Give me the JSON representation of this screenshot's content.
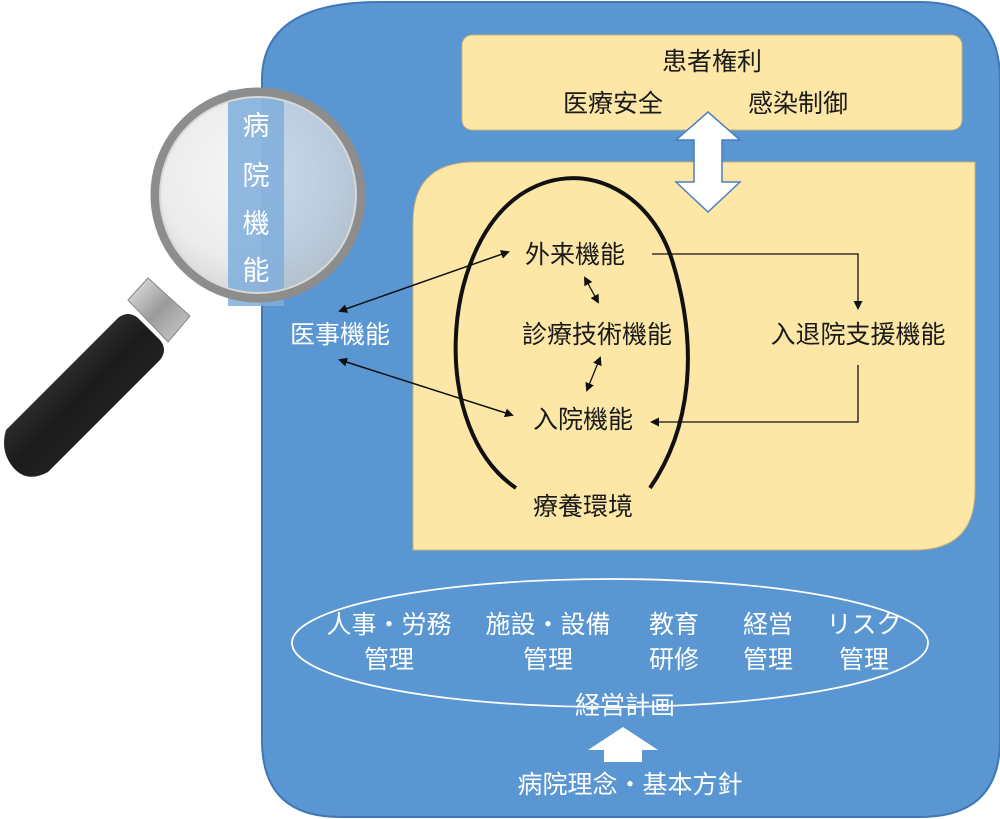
{
  "colors": {
    "outer_blue": "#5a96d2",
    "yellow_box": "#fde7a6",
    "black": "#111111",
    "white": "#ffffff"
  },
  "top_box": {
    "title": "患者権利",
    "left": "医療安全",
    "right": "感染制御"
  },
  "core": {
    "outpatient": "外来機能",
    "diagnosis_tech": "診療技術機能",
    "inpatient": "入院機能",
    "care_environment": "療養環境",
    "admission_support": "入退院支援機能"
  },
  "medical_affairs": "医事機能",
  "magnifier_label": [
    "病",
    "院",
    "機",
    "能"
  ],
  "management": {
    "items": [
      {
        "line1": "人事・労務",
        "line2": "管理"
      },
      {
        "line1": "施設・設備",
        "line2": "管理"
      },
      {
        "line1": "教育",
        "line2": "研修"
      },
      {
        "line1": "経営",
        "line2": "管理"
      },
      {
        "line1": "リスク",
        "line2": "管理"
      }
    ],
    "plan": "経営計画"
  },
  "philosophy": "病院理念・基本方針",
  "icons": [
    "magnifying-glass-icon",
    "double-arrow-icon",
    "up-arrow-icon"
  ]
}
